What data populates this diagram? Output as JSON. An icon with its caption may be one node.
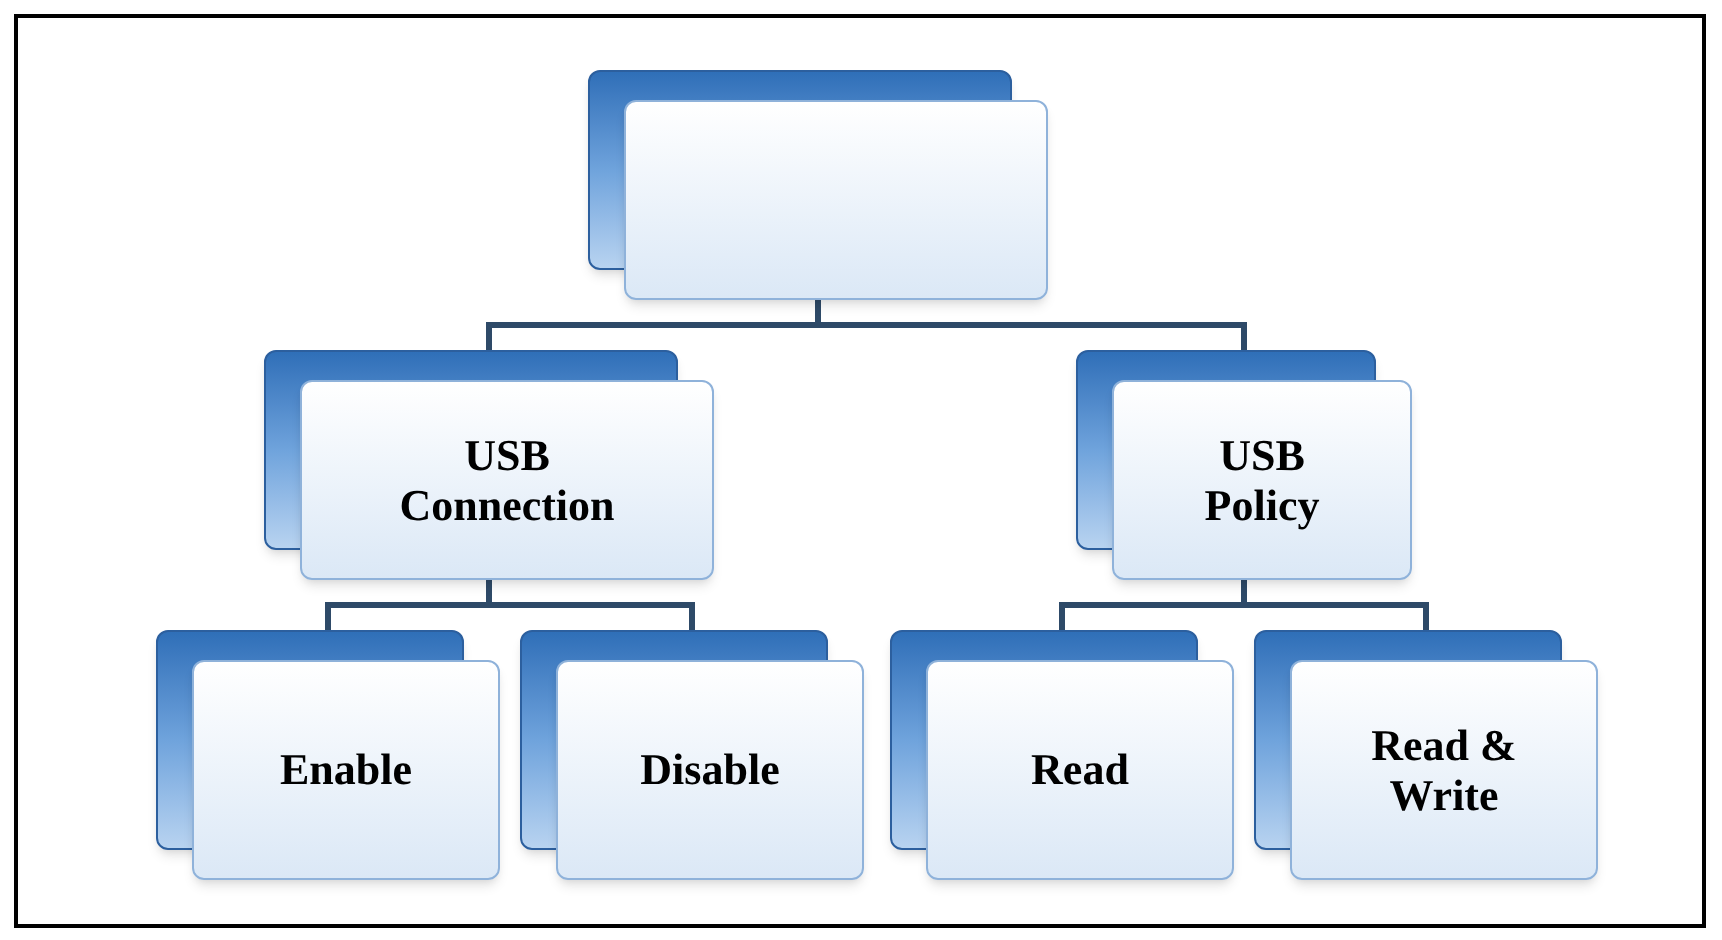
{
  "diagram": {
    "nodes": [
      {
        "text": [],
        "shape": "box"
      },
      {
        "text": [
          "USB Connection"
        ]
      },
      {
        "text": [
          "USB Policy"
        ]
      },
      {
        "text": [
          "Enable"
        ]
      },
      {
        "text": [
          "Disable"
        ]
      },
      {
        "text": [
          "Read"
        ]
      },
      {
        "text": [
          "Read & Write"
        ]
      }
    ],
    "edges": [
      {
        "from": 0,
        "to": 1,
        "arrow": "none"
      },
      {
        "from": 0,
        "to": 2,
        "arrow": "none"
      },
      {
        "from": 1,
        "to": 3,
        "arrow": "none"
      },
      {
        "from": 1,
        "to": 4,
        "arrow": "none"
      },
      {
        "from": 2,
        "to": 5,
        "arrow": "none"
      },
      {
        "from": 2,
        "to": 6,
        "arrow": "none"
      }
    ]
  }
}
